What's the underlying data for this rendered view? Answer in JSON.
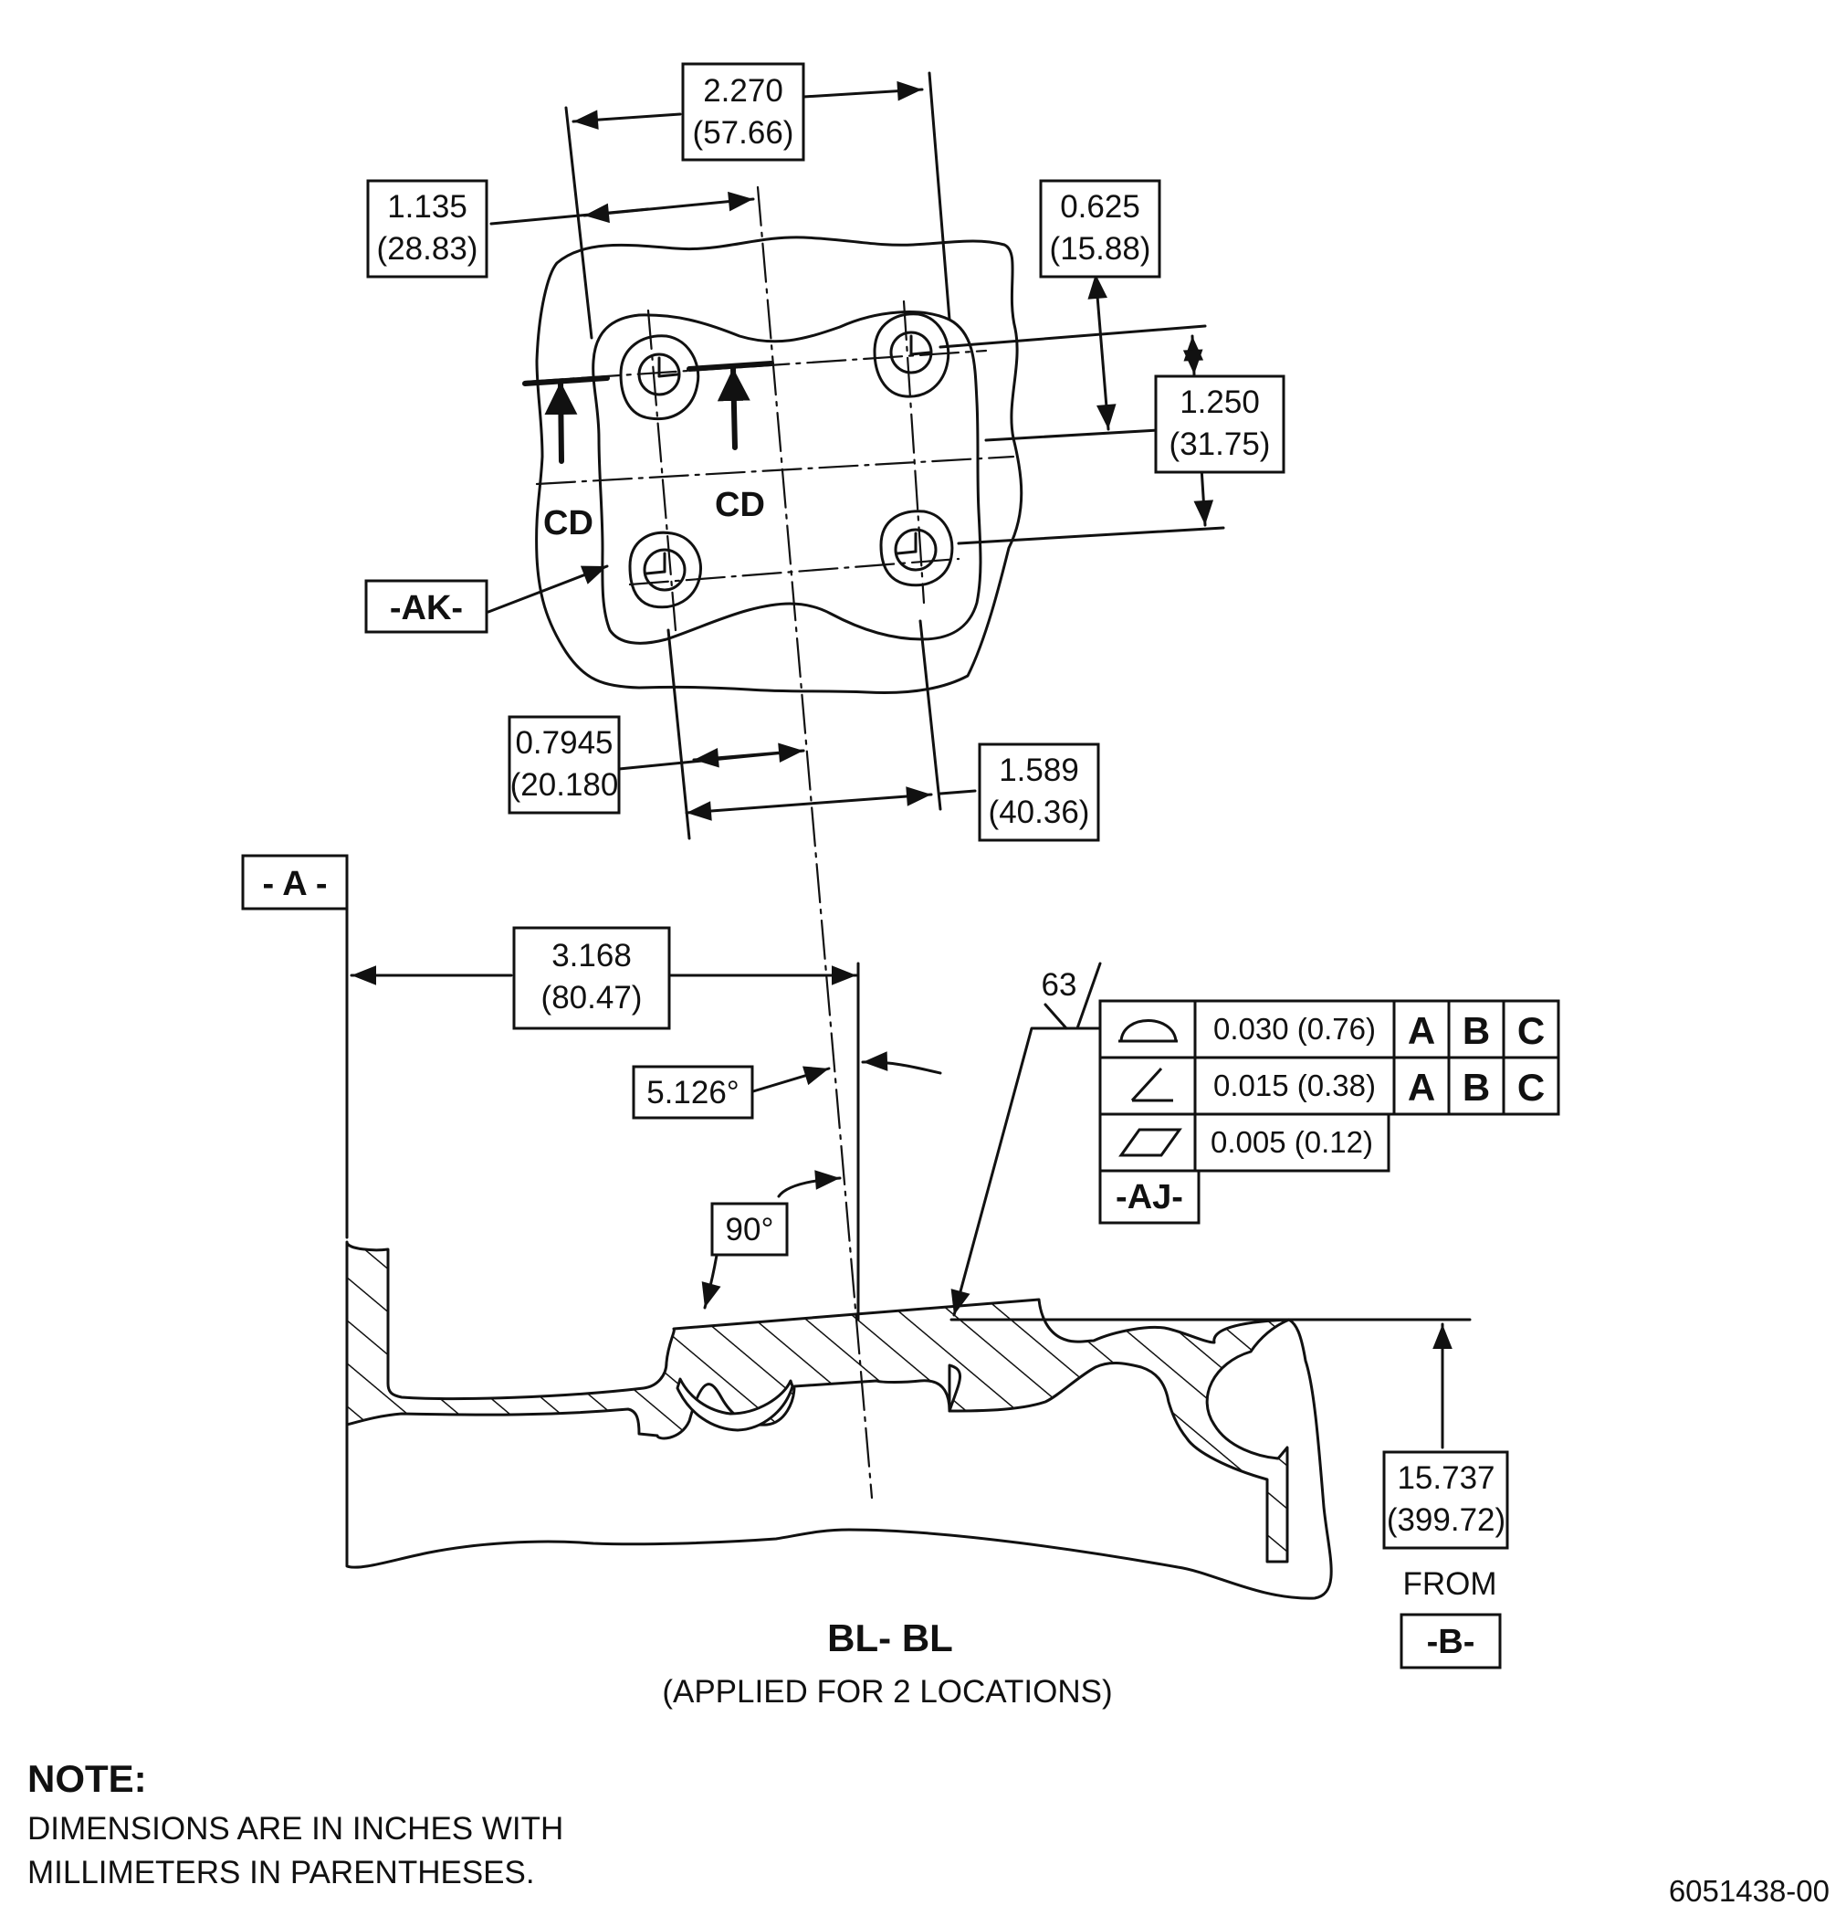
{
  "dimensions": {
    "d_2270": {
      "in": "2.270",
      "mm": "(57.66)"
    },
    "d_1135": {
      "in": "1.135",
      "mm": "(28.83)"
    },
    "d_0625": {
      "in": "0.625",
      "mm": "(15.88)"
    },
    "d_1250": {
      "in": "1.250",
      "mm": "(31.75)"
    },
    "d_07945": {
      "in": "0.7945",
      "mm": "(20.180"
    },
    "d_1589": {
      "in": "1.589",
      "mm": "(40.36)"
    },
    "d_3168": {
      "in": "3.168",
      "mm": "(80.47)"
    },
    "d_15737": {
      "in": "15.737",
      "mm": "(399.72)"
    }
  },
  "angles": {
    "a_5126": "5.126°",
    "a_90": "90°"
  },
  "surface_finish": "63",
  "datums": {
    "ak": "-AK-",
    "a": "- A -",
    "aj": "-AJ-",
    "b": "-B-",
    "from_label": "FROM"
  },
  "section_markers": [
    "CD",
    "CD"
  ],
  "feature_control_frames": [
    {
      "symbol": "profile-of-surface",
      "tolerance": "0.030 (0.76)",
      "refs": [
        "A",
        "B",
        "C"
      ]
    },
    {
      "symbol": "angularity",
      "tolerance": "0.015 (0.38)",
      "refs": [
        "A",
        "B",
        "C"
      ]
    },
    {
      "symbol": "flatness",
      "tolerance": "0.005 (0.12)",
      "refs": []
    }
  ],
  "section_title": "BL- BL",
  "section_subtitle": "(APPLIED FOR 2 LOCATIONS)",
  "note": {
    "title": "NOTE:",
    "lines": [
      "DIMENSIONS ARE IN INCHES WITH",
      "MILLIMETERS IN PARENTHESES."
    ]
  },
  "drawing_number": "6051438-00",
  "colors": {
    "ink": "#111111",
    "paper": "#ffffff"
  }
}
